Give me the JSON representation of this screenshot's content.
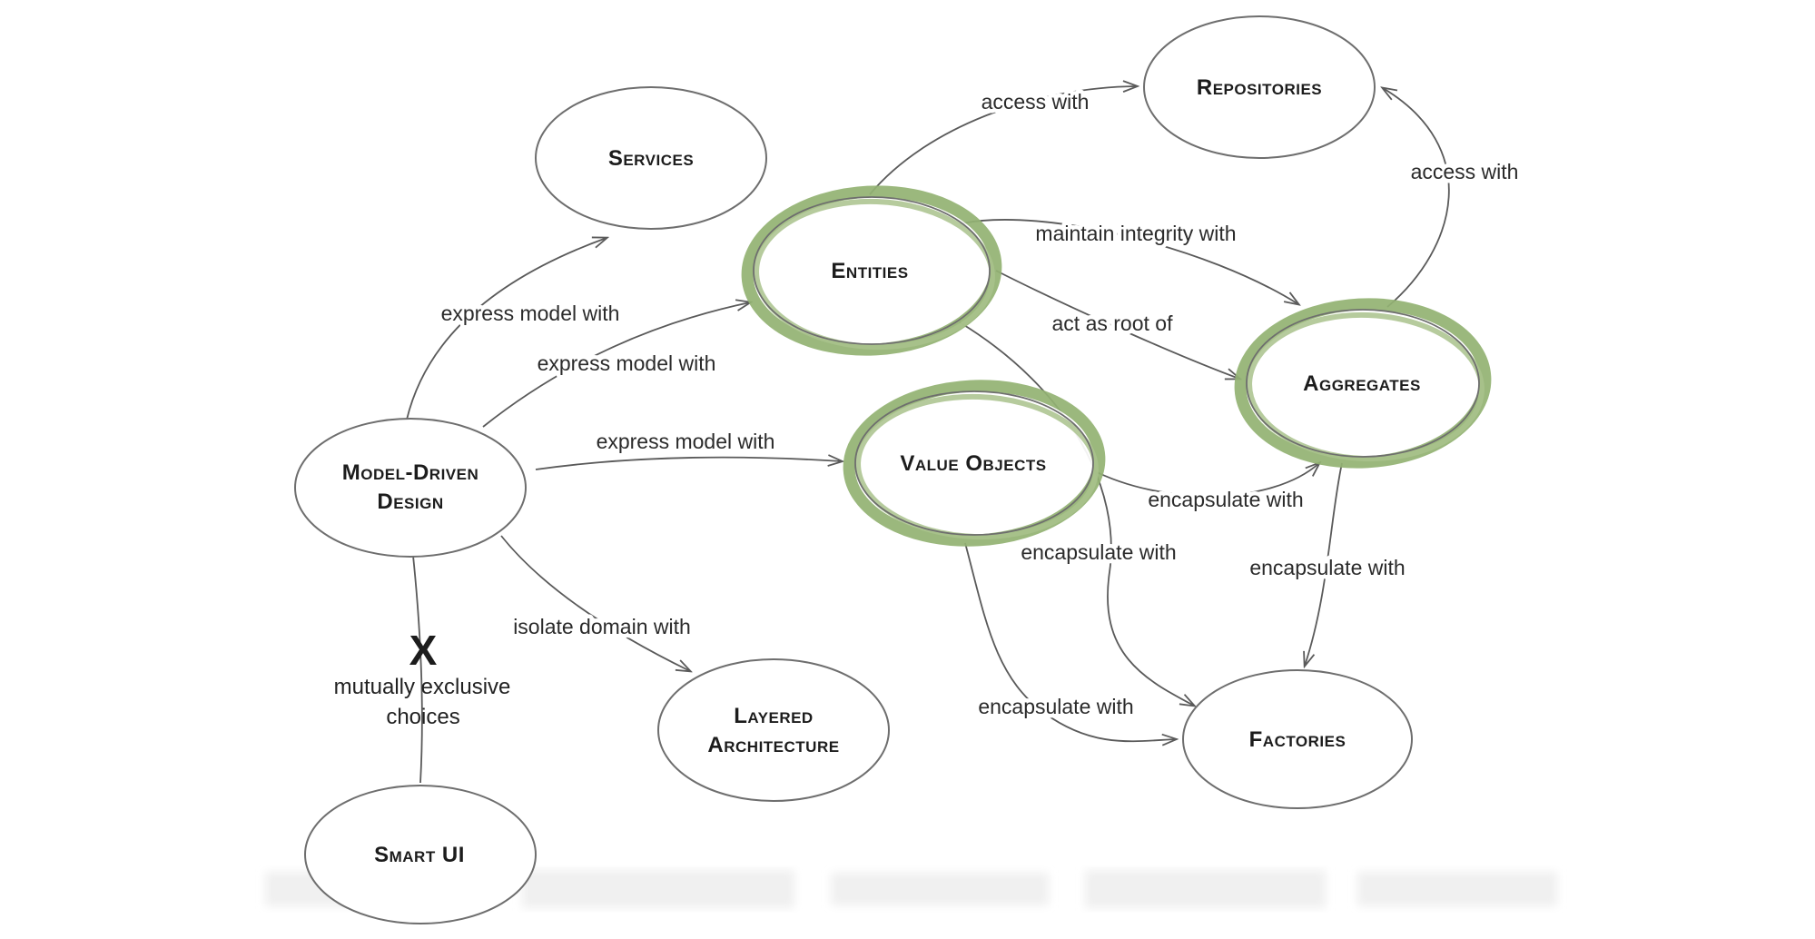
{
  "diagram": {
    "colors": {
      "background": "#ffffff",
      "node_stroke": "#6e6e6e",
      "edge_stroke": "#5a5a5a",
      "node_text": "#1c1c1c",
      "edge_label_text": "#2b2b2b",
      "highlight_green": "#93b273",
      "highlight_green_light": "#a9c28c"
    },
    "nodes": [
      {
        "id": "services",
        "lines": [
          "Services"
        ],
        "highlighted": false
      },
      {
        "id": "repositories",
        "lines": [
          "Repositories"
        ],
        "highlighted": false
      },
      {
        "id": "entities",
        "lines": [
          "Entities"
        ],
        "highlighted": true
      },
      {
        "id": "value-objects",
        "lines": [
          "Value Objects"
        ],
        "highlighted": true
      },
      {
        "id": "aggregates",
        "lines": [
          "Aggregates"
        ],
        "highlighted": true
      },
      {
        "id": "model-driven-design",
        "lines": [
          "Model-Driven",
          "Design"
        ],
        "highlighted": false
      },
      {
        "id": "layered-architecture",
        "lines": [
          "Layered",
          "Architecture"
        ],
        "highlighted": false
      },
      {
        "id": "smart-ui",
        "lines": [
          "Smart UI"
        ],
        "highlighted": false
      },
      {
        "id": "factories",
        "lines": [
          "Factories"
        ],
        "highlighted": false
      }
    ],
    "edges": [
      {
        "from": "model-driven-design",
        "to": "services",
        "label": "express model with"
      },
      {
        "from": "model-driven-design",
        "to": "entities",
        "label": "express model with"
      },
      {
        "from": "model-driven-design",
        "to": "value-objects",
        "label": "express model with"
      },
      {
        "from": "model-driven-design",
        "to": "layered-architecture",
        "label": "isolate domain with"
      },
      {
        "from": "model-driven-design",
        "to": "smart-ui",
        "label": ""
      },
      {
        "from": "entities",
        "to": "repositories",
        "label": "access with"
      },
      {
        "from": "entities",
        "to": "aggregates",
        "label": "maintain integrity with"
      },
      {
        "from": "entities",
        "to": "aggregates",
        "label": "act as root of"
      },
      {
        "from": "entities",
        "to": "factories",
        "label": "encapsulate with"
      },
      {
        "from": "value-objects",
        "to": "aggregates",
        "label": "encapsulate with"
      },
      {
        "from": "value-objects",
        "to": "factories",
        "label": "encapsulate with"
      },
      {
        "from": "aggregates",
        "to": "factories",
        "label": "encapsulate with"
      },
      {
        "from": "aggregates",
        "to": "repositories",
        "label": "access with"
      }
    ],
    "note": {
      "symbol": "X",
      "line1": "mutually exclusive",
      "line2": "choices"
    }
  }
}
